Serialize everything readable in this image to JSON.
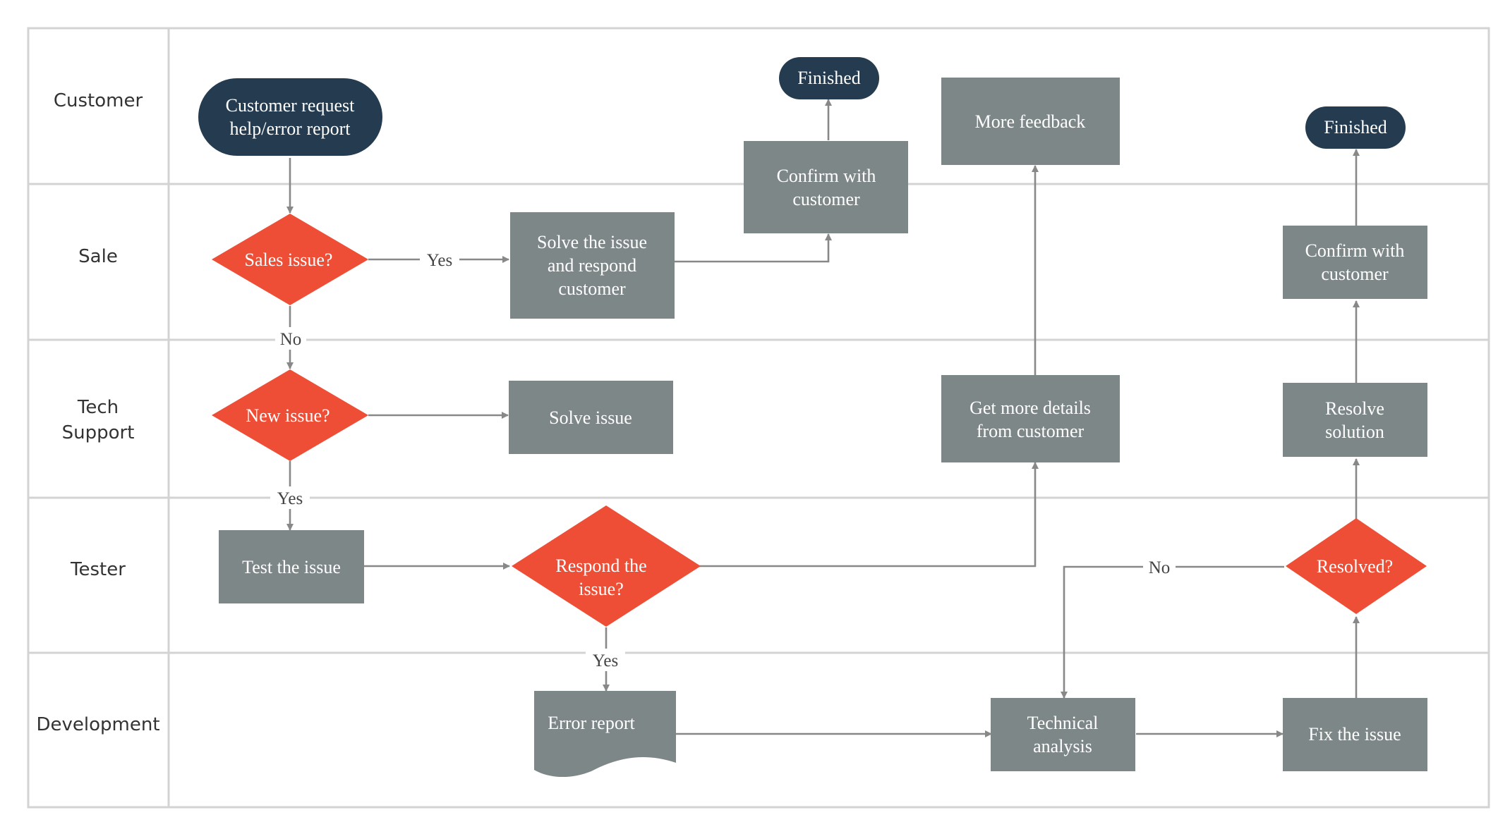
{
  "lanes": [
    "Customer",
    "Sale",
    "Tech Support",
    "Tester",
    "Development"
  ],
  "colors": {
    "terminator": "#243b50",
    "decision": "#ee4e36",
    "process": "#7e8788",
    "connector": "#888888",
    "lane_border": "#d3d3d3"
  },
  "nodes": {
    "customer_request": [
      "Customer request",
      "help/error report"
    ],
    "finished_1": [
      "Finished"
    ],
    "more_feedback": [
      "More feedback"
    ],
    "finished_2": [
      "Finished"
    ],
    "sales_issue": [
      "Sales issue?"
    ],
    "solve_respond": [
      "Solve the issue",
      "and respond",
      "customer"
    ],
    "confirm_customer_1": [
      "Confirm with",
      "customer"
    ],
    "confirm_customer_2": [
      "Confirm with",
      "customer"
    ],
    "new_issue": [
      "New issue?"
    ],
    "solve_issue": [
      "Solve issue"
    ],
    "get_more_details": [
      "Get more details",
      "from customer"
    ],
    "resolve_solution": [
      "Resolve",
      "solution"
    ],
    "test_issue": [
      "Test the issue"
    ],
    "respond_issue": [
      "Respond the",
      "issue?"
    ],
    "resolved": [
      "Resolved?"
    ],
    "error_report": [
      "Error report"
    ],
    "technical_analysis": [
      "Technical",
      "analysis"
    ],
    "fix_issue": [
      "Fix the issue"
    ]
  },
  "edge_labels": {
    "sales_yes": "Yes",
    "sales_no": "No",
    "new_yes": "Yes",
    "respond_yes": "Yes",
    "resolved_no": "No"
  }
}
